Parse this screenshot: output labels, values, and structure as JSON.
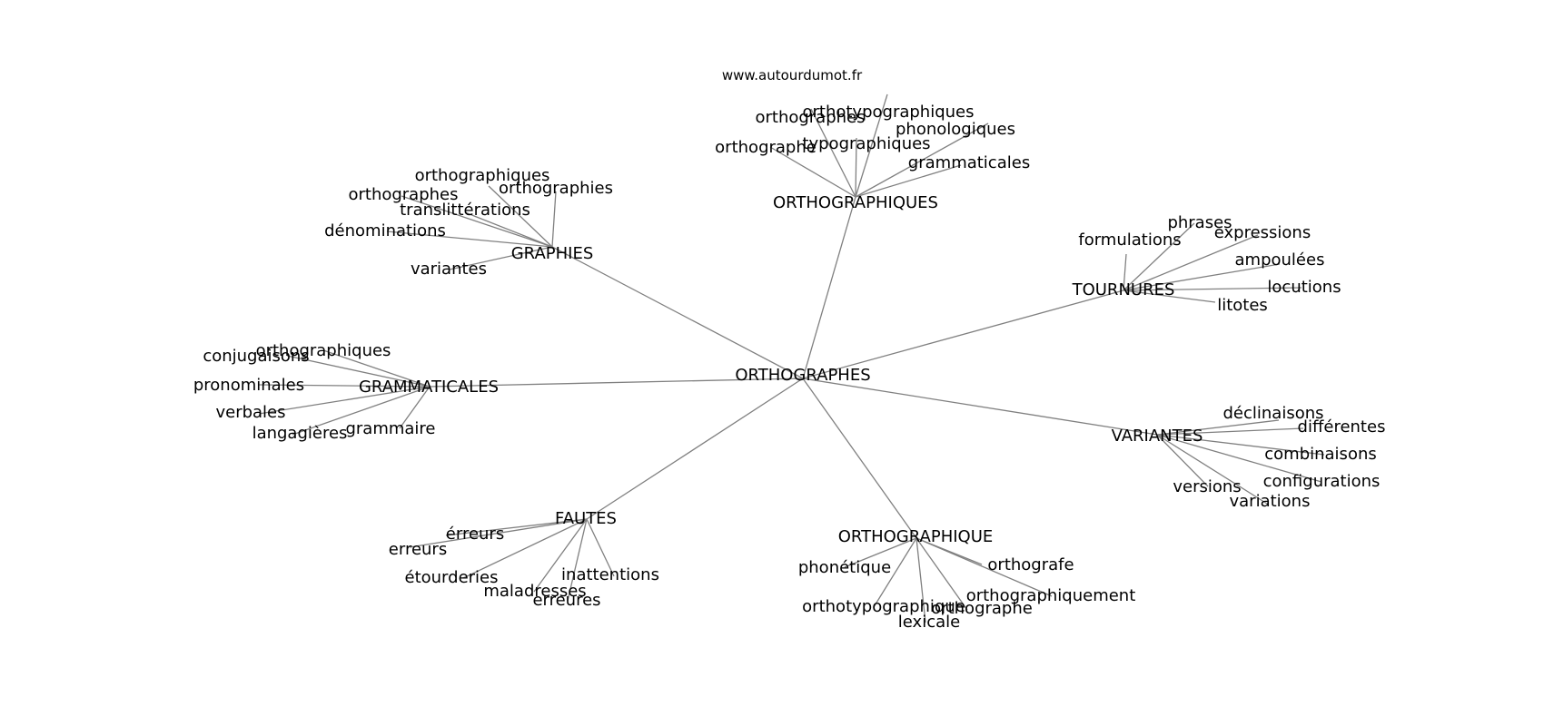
{
  "watermark": "www.autourdumot.fr",
  "graph": {
    "center": "ORTHOGRAPHES",
    "clusters": [
      {
        "hub": "ORTHOGRAPHIQUES",
        "leaves": [
          "orthographes",
          "orthotypographiques",
          "phonologiques",
          "orthographe",
          "typographiques",
          "grammaticales"
        ]
      },
      {
        "hub": "GRAPHIES",
        "leaves": [
          "orthographiques",
          "orthographes",
          "orthographies",
          "translittérations",
          "dénominations",
          "variantes"
        ]
      },
      {
        "hub": "TOURNURES",
        "leaves": [
          "phrases",
          "formulations",
          "expressions",
          "ampoulées",
          "locutions",
          "litotes"
        ]
      },
      {
        "hub": "GRAMMATICALES",
        "leaves": [
          "orthographiques",
          "conjugaisons",
          "pronominales",
          "verbales",
          "langagières",
          "grammaire"
        ]
      },
      {
        "hub": "VARIANTES",
        "leaves": [
          "déclinaisons",
          "différentes",
          "combinaisons",
          "configurations",
          "versions",
          "variations"
        ]
      },
      {
        "hub": "FAUTES",
        "leaves": [
          "érreurs",
          "erreurs",
          "étourderies",
          "inattentions",
          "maladresses",
          "erreures"
        ]
      },
      {
        "hub": "ORTHOGRAPHIQUE",
        "leaves": [
          "phonétique",
          "orthografe",
          "orthographiquement",
          "orthotypographique",
          "orthographe",
          "lexicale"
        ]
      }
    ]
  }
}
